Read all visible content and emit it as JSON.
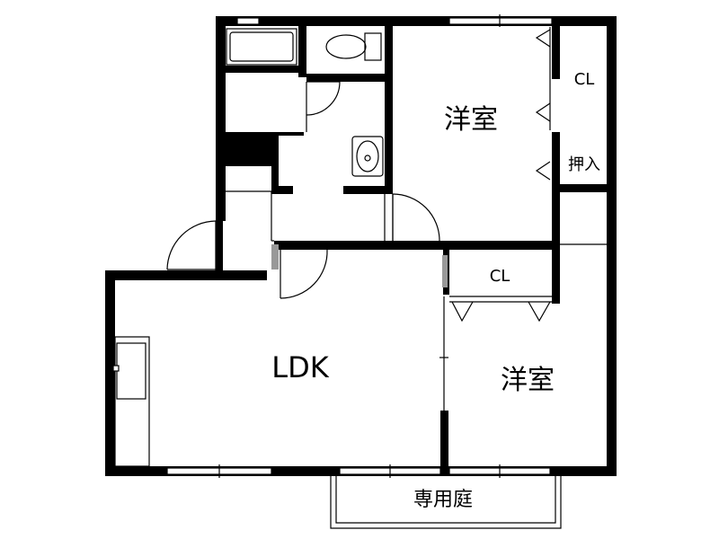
{
  "rooms": {
    "western_room_north": "洋室",
    "western_room_south": "洋室",
    "ldk": "LDK",
    "closet_north": "CL",
    "closet_south": "CL",
    "storage": "押入",
    "garden": "専用庭"
  },
  "colors": {
    "wall": "#000000",
    "line": "#000000",
    "background": "#ffffff",
    "hatch": "#999999"
  }
}
